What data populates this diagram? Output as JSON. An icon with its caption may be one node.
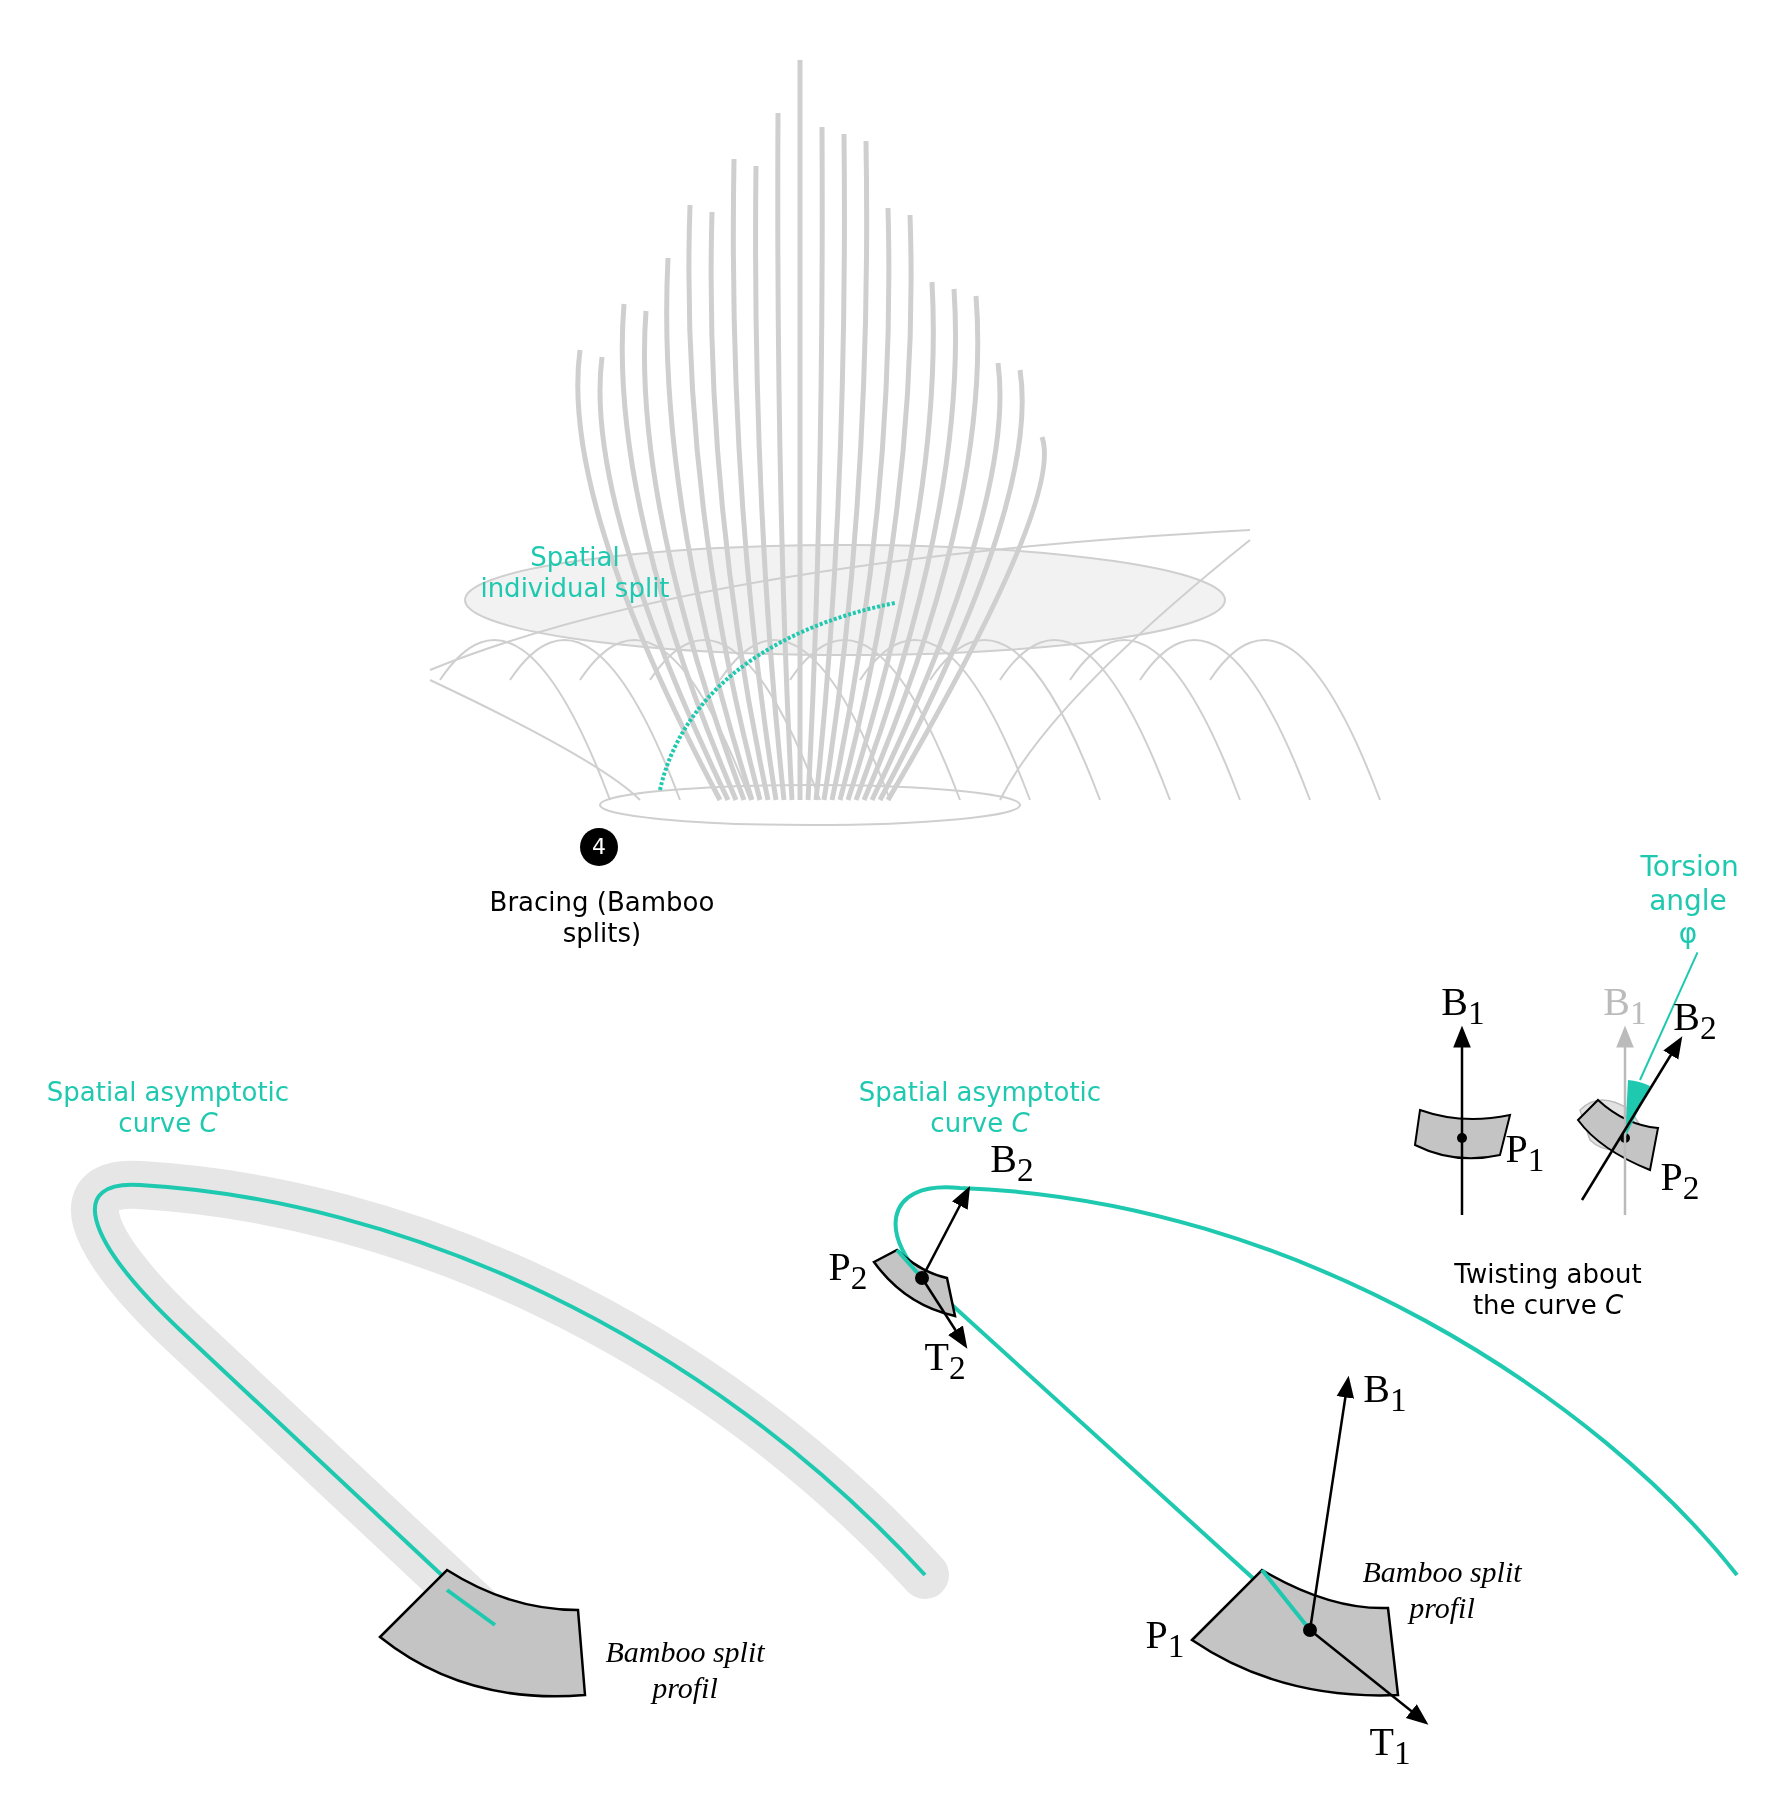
{
  "diagram": {
    "nodes": [
      {
        "text": [
          "Torsion angle φ"
        ]
      },
      {
        "text": [],
        "shape": "wedge"
      }
    ],
    "edges": [
      {
        "from": 0,
        "to": 1,
        "arrow": "none",
        "color": "#1fc9b0"
      }
    ],
    "labels": [
      "Spatial individual split",
      "4",
      "Bracing (Bamboo splits)",
      "B$_{1}$",
      "B$_{1}$",
      "B$_{2}$",
      "P$_{1}$",
      "P$_{2}$",
      "Twisting  about the curve *C*",
      "Spatial asymptotic curve *C*",
      "Spatial asymptotic curve *C*",
      "B$_{2}$",
      "P$_{2}$",
      "T$_{2}$",
      "B$_{1}$",
      "Bamboo split profil",
      "Bamboo split profil",
      "P$_{1}$",
      "T$_{1}$"
    ]
  }
}
